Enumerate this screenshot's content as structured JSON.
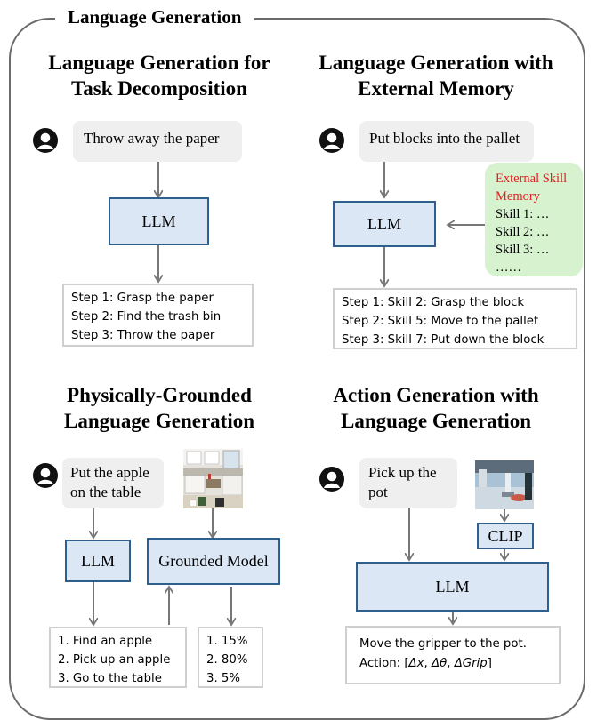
{
  "title": "Language Generation",
  "panels": {
    "task": {
      "title_line1": "Language Generation for",
      "title_line2": "Task Decomposition",
      "prompt": "Throw away the paper",
      "llm": "LLM",
      "steps": [
        "Step 1: Grasp the paper",
        "Step 2: Find the trash bin",
        "Step 3: Throw the paper"
      ]
    },
    "memory": {
      "title_line1": "Language Generation with",
      "title_line2": "External Memory",
      "prompt": "Put blocks into the pallet",
      "llm": "LLM",
      "memory_title_1": "External Skill",
      "memory_title_2": "Memory",
      "memory_items": [
        "Skill 1: …",
        "Skill 2: …",
        "Skill 3: …",
        "……"
      ],
      "steps": [
        "Step 1: Skill 2: Grasp the block",
        "Step 2: Skill 5: Move to the pallet",
        "Step 3: Skill 7: Put down the block"
      ]
    },
    "grounded": {
      "title_line1": "Physically-Grounded",
      "title_line2": "Language Generation",
      "prompt_line1": "Put the apple",
      "prompt_line2": "on the table",
      "llm": "LLM",
      "model": "Grounded Model",
      "steps": [
        "1. Find an apple",
        "2. Pick up an apple",
        "3. Go to the table"
      ],
      "scores": [
        "1. 15%",
        "2. 80%",
        "3. 5%"
      ]
    },
    "action": {
      "title_line1": "Action Generation with",
      "title_line2": "Language Generation",
      "prompt_line1": "Pick up the",
      "prompt_line2": "pot",
      "clip": "CLIP",
      "llm": "LLM",
      "output_line1": "Move the gripper to the pot.",
      "output_prefix": "Action: [",
      "output_dx": "Δx",
      "output_dtheta": "Δθ",
      "output_dgrip": "ΔGrip",
      "output_suffix": "]"
    }
  },
  "colors": {
    "llm_fill": "#dbe7f5",
    "llm_border": "#2f5f8c",
    "memory_fill": "#d7f2cf",
    "memory_title": "#e02020",
    "prompt_fill": "#efefef",
    "arrow": "#777777"
  }
}
